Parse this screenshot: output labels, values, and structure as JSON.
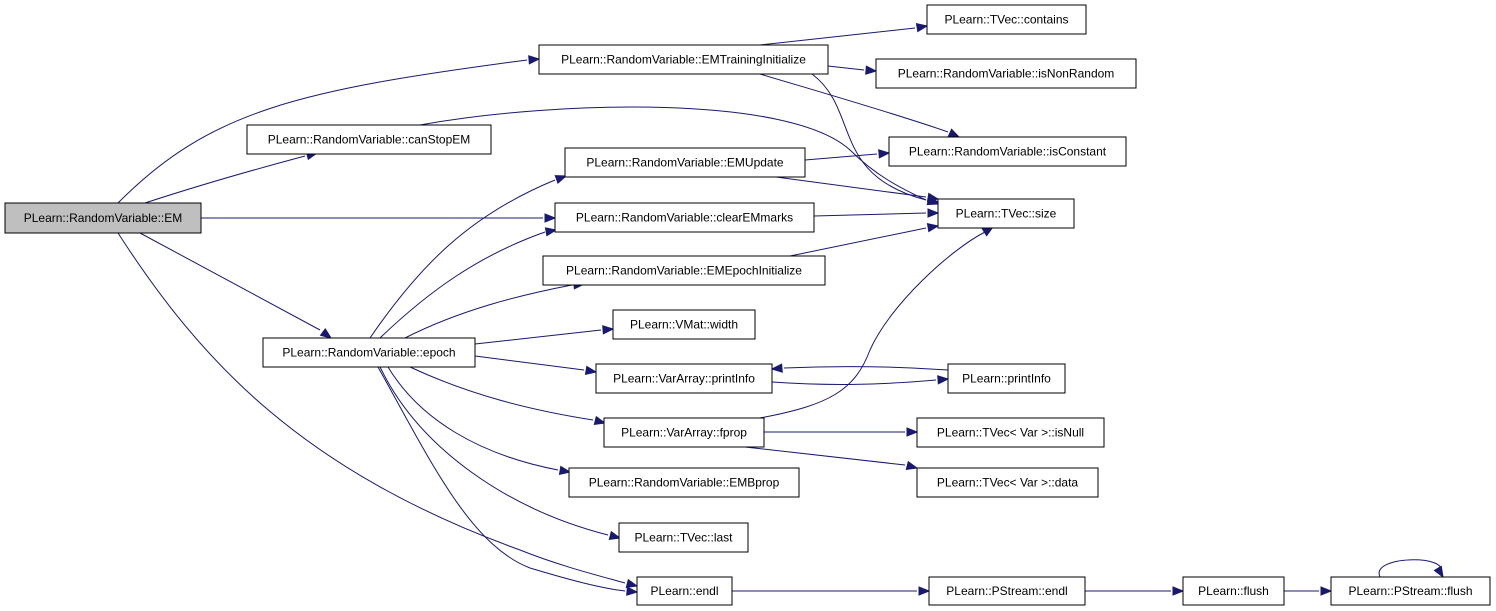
{
  "colors": {
    "edge": "#191970",
    "root_fill": "#bfbfbf",
    "node_fill": "#ffffff",
    "node_border": "#000000"
  },
  "nodes": [
    {
      "id": "em",
      "label": "PLearn::RandomVariable::EM",
      "root": true
    },
    {
      "id": "emtrain",
      "label": "PLearn::RandomVariable::EMTrainingInitialize"
    },
    {
      "id": "canstop",
      "label": "PLearn::RandomVariable::canStopEM"
    },
    {
      "id": "epoch",
      "label": "PLearn::RandomVariable::epoch"
    },
    {
      "id": "endl",
      "label": "PLearn::endl"
    },
    {
      "id": "contains",
      "label": "PLearn::TVec::contains"
    },
    {
      "id": "isnonrandom",
      "label": "PLearn::RandomVariable::isNonRandom"
    },
    {
      "id": "isconstant",
      "label": "PLearn::RandomVariable::isConstant"
    },
    {
      "id": "size",
      "label": "PLearn::TVec::size"
    },
    {
      "id": "emupdate",
      "label": "PLearn::RandomVariable::EMUpdate"
    },
    {
      "id": "clearem",
      "label": "PLearn::RandomVariable::clearEMmarks"
    },
    {
      "id": "emepoch",
      "label": "PLearn::RandomVariable::EMEpochInitialize"
    },
    {
      "id": "width",
      "label": "PLearn::VMat::width"
    },
    {
      "id": "vaprint",
      "label": "PLearn::VarArray::printInfo"
    },
    {
      "id": "fprop",
      "label": "PLearn::VarArray::fprop"
    },
    {
      "id": "embprop",
      "label": "PLearn::RandomVariable::EMBprop"
    },
    {
      "id": "last",
      "label": "PLearn::TVec::last"
    },
    {
      "id": "printinfo",
      "label": "PLearn::printInfo"
    },
    {
      "id": "isnull",
      "label": "PLearn::TVec< Var >::isNull"
    },
    {
      "id": "data",
      "label": "PLearn::TVec< Var >::data"
    },
    {
      "id": "psendl",
      "label": "PLearn::PStream::endl"
    },
    {
      "id": "flush",
      "label": "PLearn::flush"
    },
    {
      "id": "psflush",
      "label": "PLearn::PStream::flush"
    }
  ],
  "edges": [
    [
      "em",
      "emtrain"
    ],
    [
      "em",
      "canstop"
    ],
    [
      "em",
      "clearem"
    ],
    [
      "em",
      "epoch"
    ],
    [
      "em",
      "endl"
    ],
    [
      "emtrain",
      "contains"
    ],
    [
      "emtrain",
      "isnonrandom"
    ],
    [
      "emtrain",
      "isconstant"
    ],
    [
      "emtrain",
      "size"
    ],
    [
      "canstop",
      "size"
    ],
    [
      "epoch",
      "emupdate"
    ],
    [
      "epoch",
      "clearem"
    ],
    [
      "epoch",
      "emepoch"
    ],
    [
      "epoch",
      "width"
    ],
    [
      "epoch",
      "vaprint"
    ],
    [
      "epoch",
      "fprop"
    ],
    [
      "epoch",
      "embprop"
    ],
    [
      "epoch",
      "last"
    ],
    [
      "epoch",
      "endl"
    ],
    [
      "emupdate",
      "isconstant"
    ],
    [
      "emupdate",
      "size"
    ],
    [
      "clearem",
      "size"
    ],
    [
      "emepoch",
      "size"
    ],
    [
      "vaprint",
      "printinfo"
    ],
    [
      "printinfo",
      "vaprint"
    ],
    [
      "fprop",
      "size"
    ],
    [
      "fprop",
      "isnull"
    ],
    [
      "fprop",
      "data"
    ],
    [
      "endl",
      "psendl"
    ],
    [
      "psendl",
      "flush"
    ],
    [
      "flush",
      "psflush"
    ],
    [
      "psflush",
      "psflush"
    ]
  ]
}
